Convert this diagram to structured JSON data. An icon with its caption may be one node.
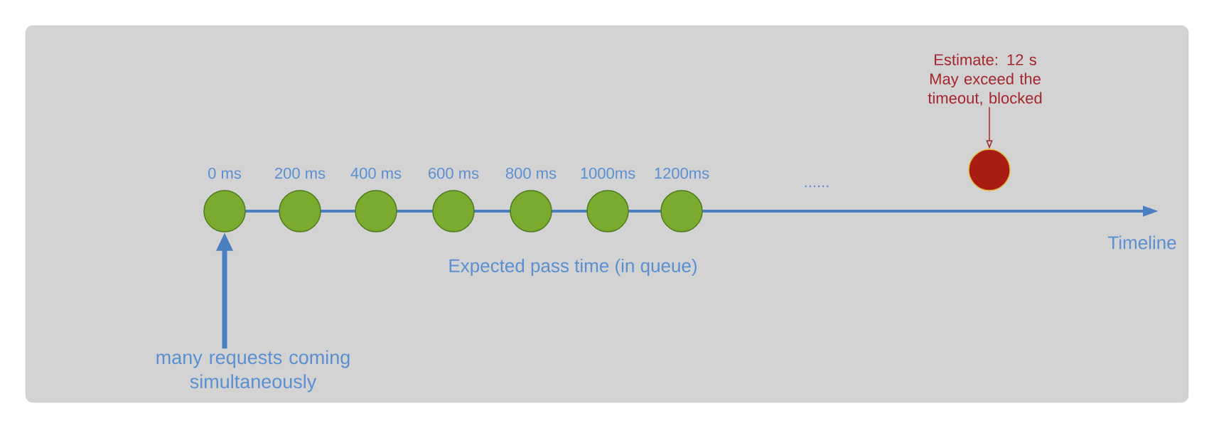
{
  "diagram": {
    "nodes": [
      {
        "text": [],
        "shape": "circle",
        "beside": [
          "0 ms"
        ]
      },
      {
        "text": [],
        "shape": "circle",
        "beside": [
          "200 ms"
        ]
      },
      {
        "text": [],
        "shape": "circle",
        "beside": [
          "400 ms"
        ]
      },
      {
        "text": [],
        "shape": "circle",
        "beside": [
          "600 ms"
        ]
      },
      {
        "text": [],
        "shape": "circle",
        "beside": [
          "800 ms"
        ]
      },
      {
        "text": [],
        "shape": "circle",
        "beside": [
          "1000ms"
        ]
      },
      {
        "text": [],
        "shape": "circle",
        "beside": [
          "1200ms"
        ]
      },
      {
        "text": [],
        "shape": "circle"
      },
      {
        "text": [
          "Estimate: 12 s",
          "May exceed the timeout, blocked"
        ]
      },
      {
        "text": [
          "many requests coming simultaneously"
        ]
      }
    ],
    "edges": [
      {
        "from": 8,
        "to": 7,
        "arrow": "to",
        "color": "#a4262c"
      },
      {
        "from": 9,
        "to": 0,
        "arrow": "to",
        "style": "thick",
        "color": "#4a7fc1"
      }
    ],
    "labels": [
      "......",
      "Timeline",
      "Expected pass time (in queue)"
    ]
  }
}
